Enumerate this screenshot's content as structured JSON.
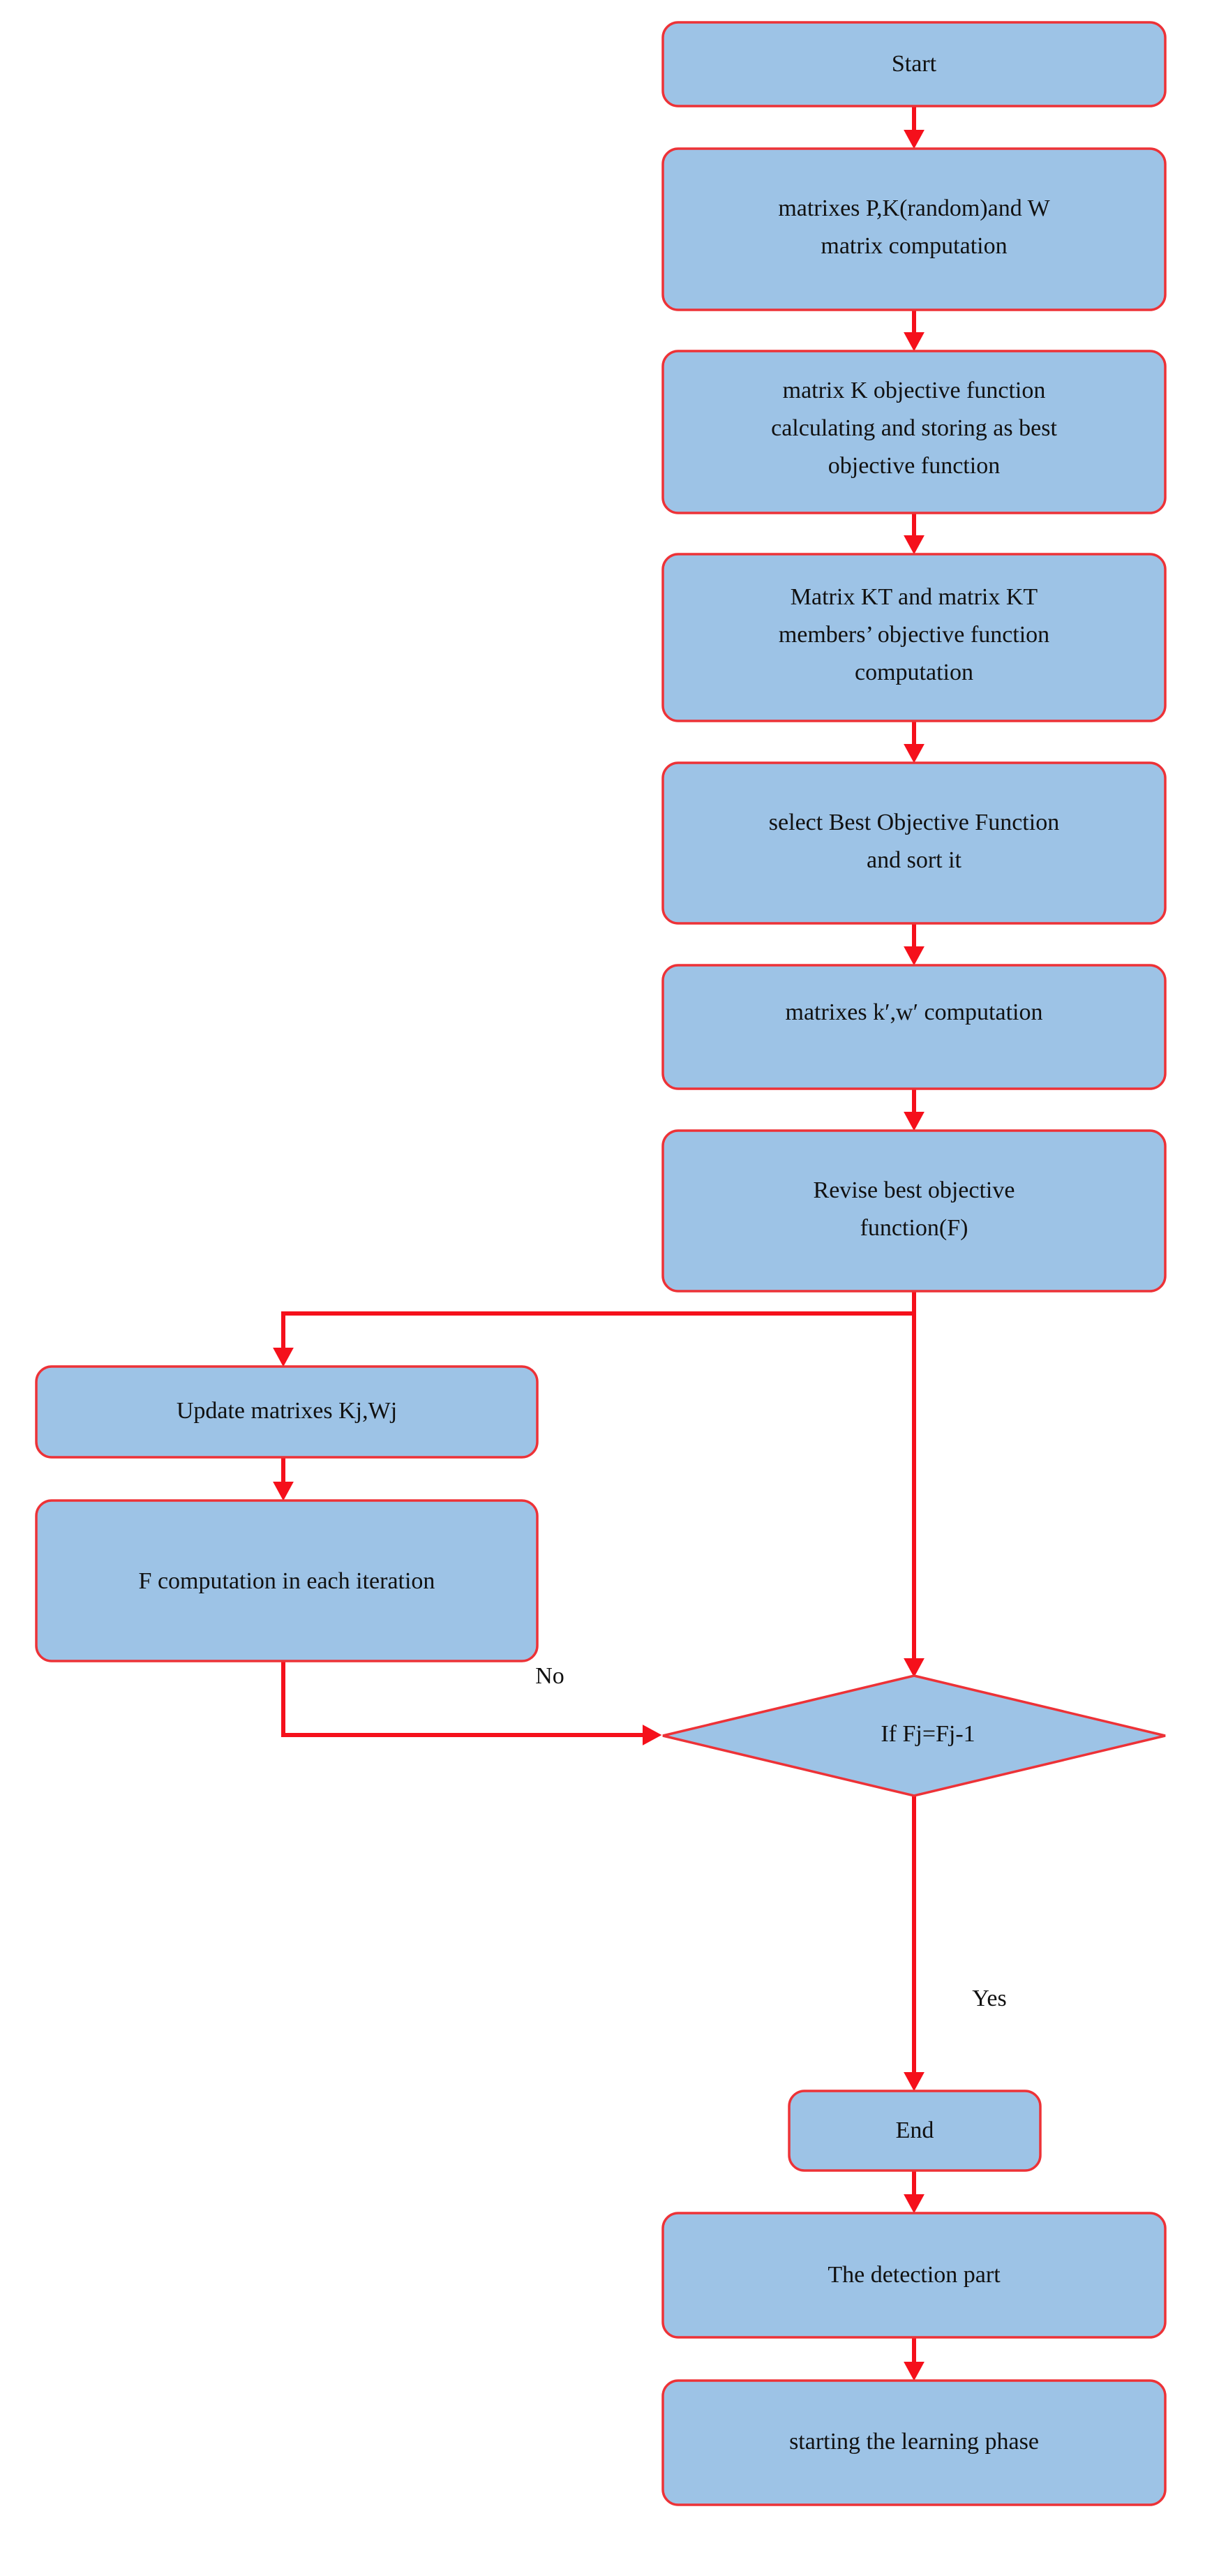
{
  "diagram": {
    "type": "flowchart",
    "title": "",
    "colors": {
      "node_fill": "#9dc3e6",
      "node_border": "#ed3237",
      "connector": "#f5101b",
      "text": "#111111",
      "background": "#ffffff"
    },
    "nodes": [
      {
        "id": "start",
        "shape": "rounded-rect",
        "lines": [
          "Start"
        ]
      },
      {
        "id": "init",
        "shape": "rounded-rect",
        "lines": [
          "matrixes P,K(random)and W",
          "matrix computation"
        ]
      },
      {
        "id": "objfunc",
        "shape": "rounded-rect",
        "lines": [
          "matrix K objective function",
          "calculating and storing as best",
          "objective function"
        ]
      },
      {
        "id": "kt",
        "shape": "rounded-rect",
        "lines": [
          "Matrix KT and matrix KT",
          "members’ objective function",
          "computation"
        ]
      },
      {
        "id": "select",
        "shape": "rounded-rect",
        "lines": [
          "select Best Objective Function",
          "and sort it"
        ]
      },
      {
        "id": "kwprime",
        "shape": "rounded-rect",
        "lines": [
          "matrixes k′,w′ computation"
        ]
      },
      {
        "id": "revise",
        "shape": "rounded-rect",
        "lines": [
          "Revise best objective",
          "function(F)"
        ]
      },
      {
        "id": "update",
        "shape": "rounded-rect",
        "lines": [
          "Update matrixes  Kj,Wj"
        ]
      },
      {
        "id": "fcomp",
        "shape": "rounded-rect",
        "lines": [
          "F computation in each iteration"
        ]
      },
      {
        "id": "decision",
        "shape": "diamond",
        "lines": [
          "If  Fj=Fj-1"
        ]
      },
      {
        "id": "end",
        "shape": "rounded-rect",
        "lines": [
          "End"
        ]
      },
      {
        "id": "detection",
        "shape": "rounded-rect",
        "lines": [
          "The detection part"
        ]
      },
      {
        "id": "learning",
        "shape": "rounded-rect",
        "lines": [
          "starting the learning phase"
        ]
      }
    ],
    "edge_labels": {
      "no": "No",
      "yes": "Yes"
    },
    "edges": [
      {
        "from": "start",
        "to": "init",
        "label": ""
      },
      {
        "from": "init",
        "to": "objfunc",
        "label": ""
      },
      {
        "from": "objfunc",
        "to": "kt",
        "label": ""
      },
      {
        "from": "kt",
        "to": "select",
        "label": ""
      },
      {
        "from": "select",
        "to": "kwprime",
        "label": ""
      },
      {
        "from": "kwprime",
        "to": "revise",
        "label": ""
      },
      {
        "from": "revise",
        "to": "decision",
        "label": ""
      },
      {
        "from": "loop",
        "to": "update",
        "label": ""
      },
      {
        "from": "update",
        "to": "fcomp",
        "label": ""
      },
      {
        "from": "fcomp",
        "to": "decision",
        "label": "No"
      },
      {
        "from": "decision",
        "to": "end",
        "label": "Yes"
      },
      {
        "from": "end",
        "to": "detection",
        "label": ""
      },
      {
        "from": "detection",
        "to": "learning",
        "label": ""
      }
    ]
  }
}
